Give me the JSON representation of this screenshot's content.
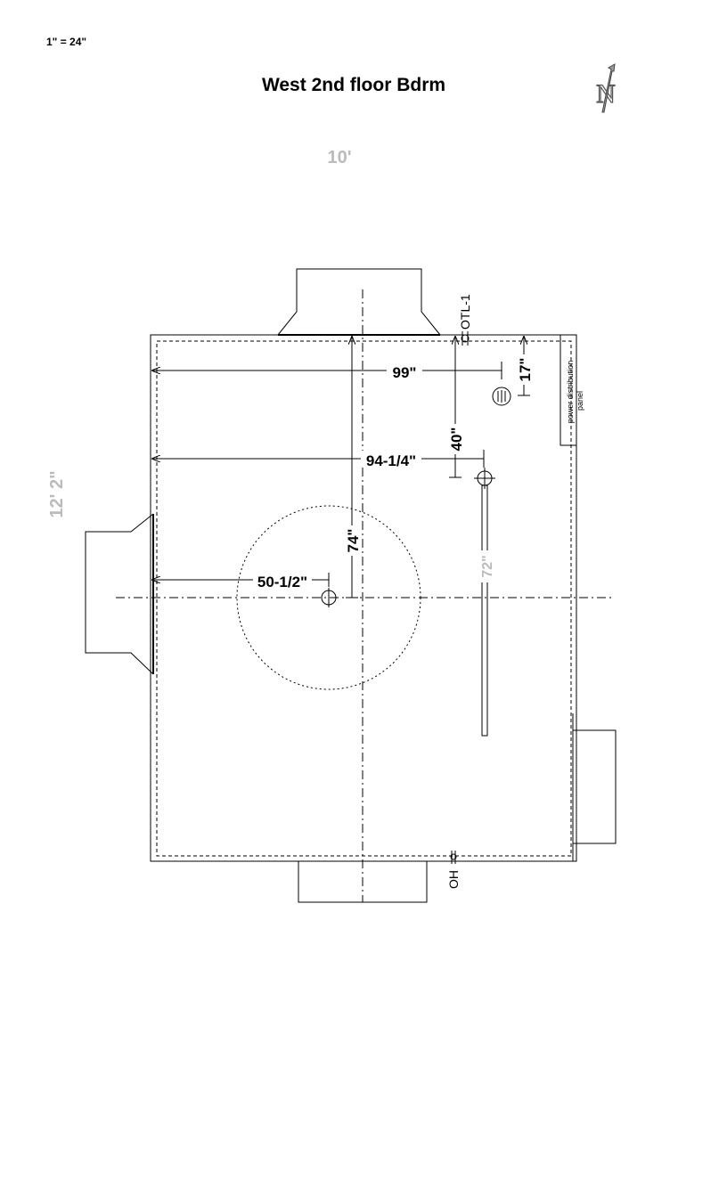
{
  "scale": "1\" = 24\"",
  "title": "West 2nd floor Bdrm",
  "north_arrow": "N",
  "room": {
    "width_label": "10'",
    "length_label": "12' 2\""
  },
  "dimensions": {
    "d99": "99\"",
    "d94": "94-1/4\"",
    "d50": "50-1/2\"",
    "d74": "74\"",
    "d40": "40\"",
    "d17": "17\"",
    "d72": "72\""
  },
  "labels": {
    "outlet": "OTL-1",
    "overhead": "OH",
    "panel_line1": "power distribution",
    "panel_line2": "panel"
  }
}
